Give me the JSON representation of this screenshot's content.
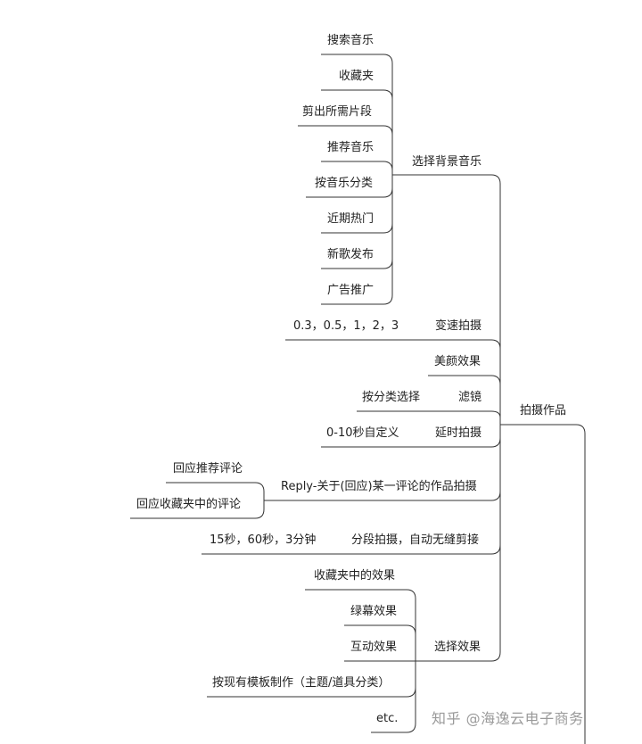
{
  "root": {
    "label": "拍摄作品"
  },
  "branches": {
    "music": {
      "label": "选择背景音乐",
      "items": [
        "搜索音乐",
        "收藏夹",
        "剪出所需片段",
        "推荐音乐",
        "按音乐分类",
        "近期热门",
        "新歌发布",
        "广告推广"
      ]
    },
    "speed": {
      "label": "变速拍摄",
      "detail": "0.3，0.5，1，2，3"
    },
    "beauty": {
      "label": "美颜效果"
    },
    "filter": {
      "label": "滤镜",
      "detail": "按分类选择"
    },
    "delay": {
      "label": "延时拍摄",
      "detail": "0-10秒自定义"
    },
    "reply": {
      "label": "Reply-关于(回应)某一评论的作品拍摄",
      "items": [
        "回应推荐评论",
        "回应收藏夹中的评论"
      ]
    },
    "segment": {
      "label": "分段拍摄，自动无缝剪接",
      "detail": "15秒，60秒，3分钟"
    },
    "effects": {
      "label": "选择效果",
      "items": [
        "收藏夹中的效果",
        "绿幕效果",
        "互动效果",
        "按现有模板制作（主题/道具分类）",
        "etc."
      ]
    }
  },
  "watermark": "知乎 @海逸云电子商务"
}
